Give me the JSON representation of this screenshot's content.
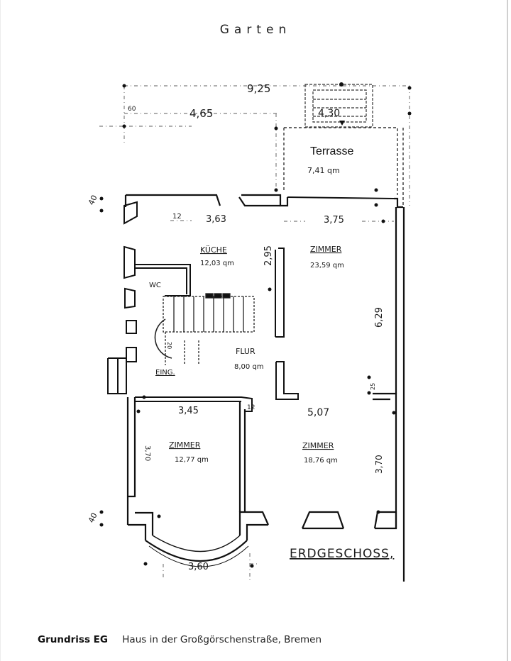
{
  "document": {
    "garden_label": "Garten",
    "floor_label": "ERDGESCHOSS,",
    "caption": {
      "title": "Grundriss EG",
      "subtitle": "Haus in der Großgörschenstraße, Bremen"
    }
  },
  "rooms": [
    {
      "name": "Terrasse",
      "area": "7,41 qm"
    },
    {
      "name": "KÜCHE",
      "area": "12,03 qm"
    },
    {
      "name": "ZIMMER",
      "area": "23,59 qm"
    },
    {
      "name": "WC",
      "area": ""
    },
    {
      "name": "FLUR",
      "area": "8,00 qm"
    },
    {
      "name": "EING.",
      "area": ""
    },
    {
      "name": "ZIMMER",
      "area": "12,77 qm"
    },
    {
      "name": "ZIMMER",
      "area": "18,76 qm"
    }
  ],
  "dimensions": {
    "total_width": "9,25",
    "left_top": "4,65",
    "terrace_width": "4,30",
    "small_60": "60",
    "wall_40_top": "40",
    "wall_40_bottom": "40",
    "kitchen_width": "3,63",
    "wall_12_top": "12",
    "room_right_top_width": "3,75",
    "kitchen_depth": "2,95",
    "room_right_depth": "6,29",
    "front_left_width": "3,45",
    "wall_12_mid": "12",
    "front_right_width": "5,07",
    "front_right_depth": "3,70",
    "front_left_depth": "3,70",
    "small_25": "25",
    "bay_width": "3,60",
    "stair_label": "20"
  },
  "colors": {
    "ink": "#1a1a1a",
    "faint": "#8a8a8a",
    "background": "#ffffff"
  }
}
